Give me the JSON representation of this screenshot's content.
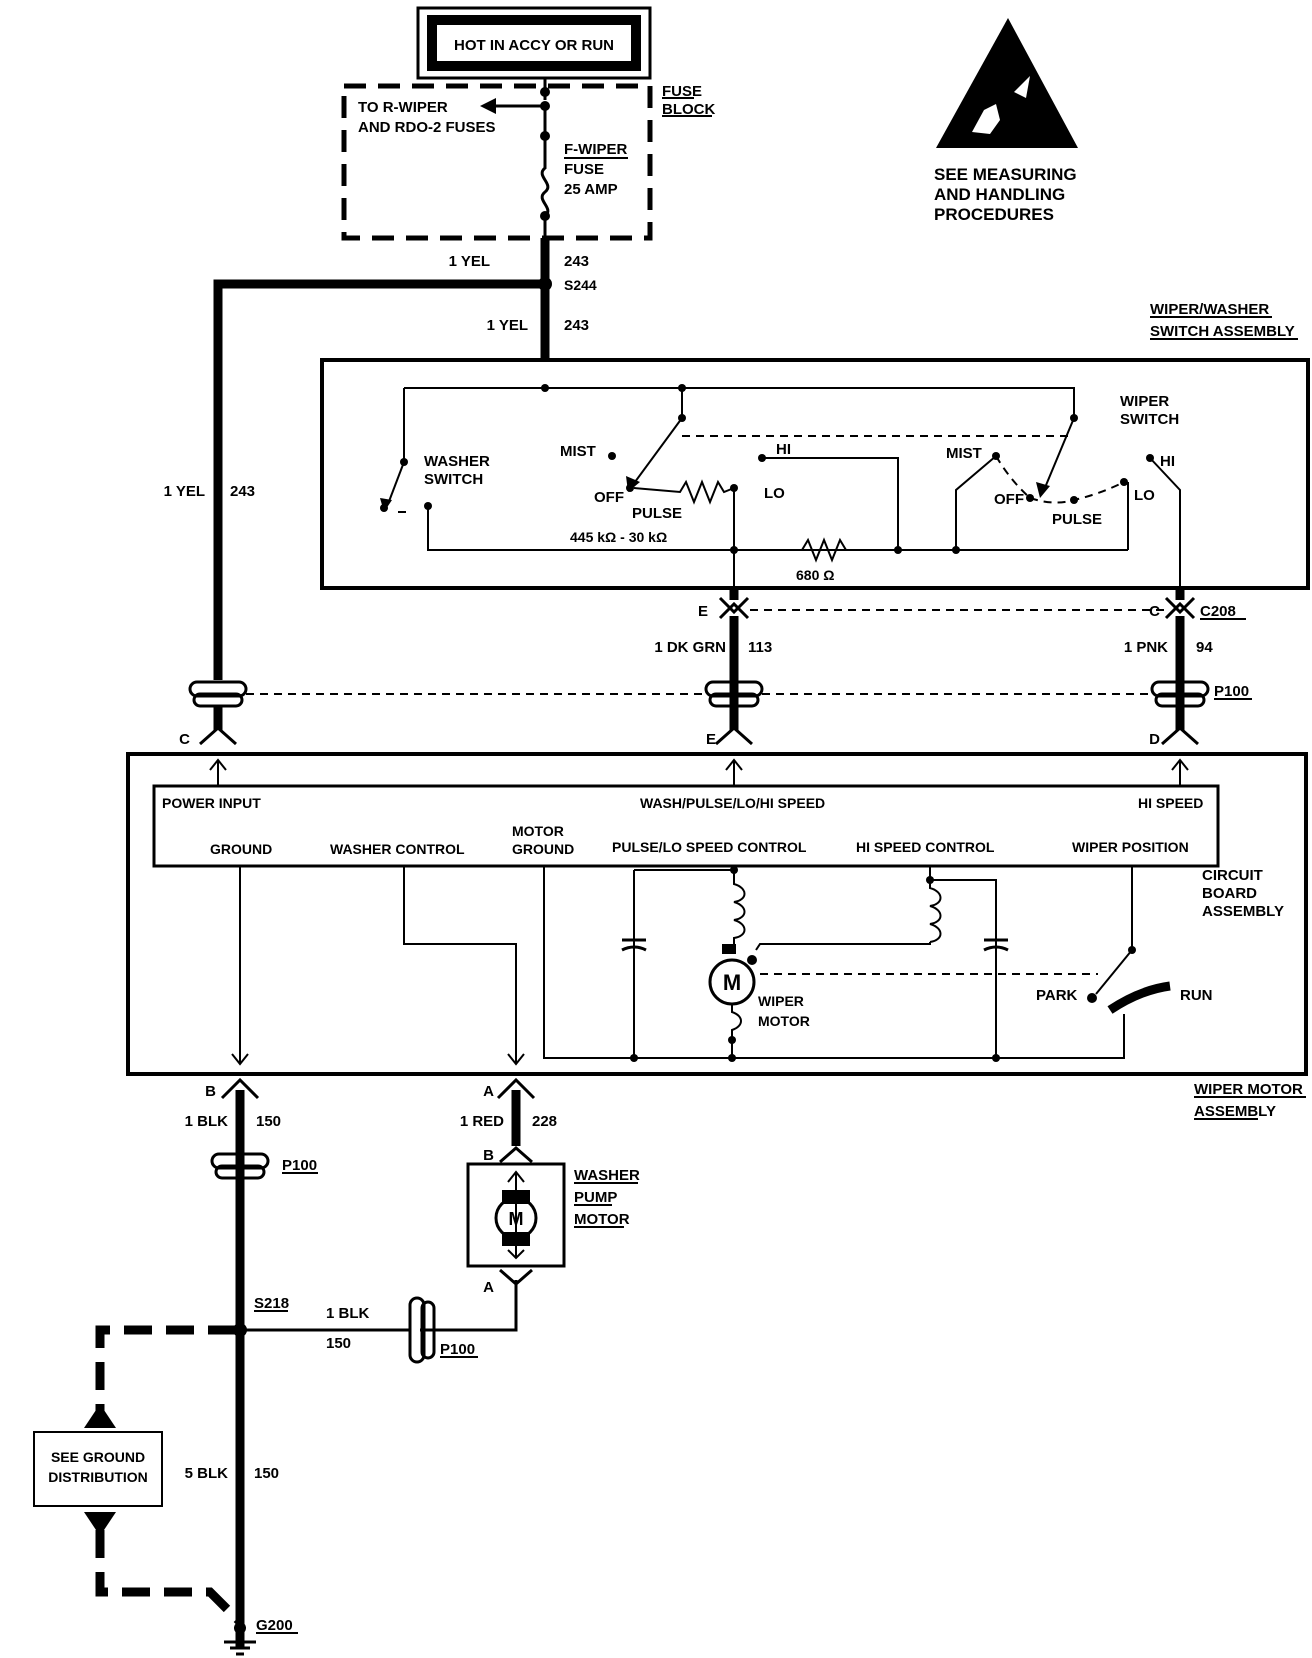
{
  "power": {
    "label": "HOT IN ACCY OR RUN"
  },
  "fuse_block": {
    "label_line1": "FUSE",
    "label_line2": "BLOCK",
    "feed_line1": "TO R-WIPER",
    "feed_line2": "AND RDO-2 FUSES",
    "fuse_line1": "F-WIPER",
    "fuse_line2": "FUSE",
    "fuse_line3": "25 AMP"
  },
  "esd": {
    "line1": "SEE MEASURING",
    "line2": "AND HANDLING",
    "line3": "PROCEDURES"
  },
  "wires": {
    "yel_upper": {
      "color": "1 YEL",
      "circuit": "243"
    },
    "splice_s244": "S244",
    "yel_lower": {
      "color": "1 YEL",
      "circuit": "243"
    },
    "yel_left": {
      "color": "1 YEL",
      "circuit": "243"
    },
    "dk_grn": {
      "color": "1 DK GRN",
      "circuit": "113"
    },
    "pnk": {
      "color": "1 PNK",
      "circuit": "94"
    },
    "blk_upper": {
      "color": "1 BLK",
      "circuit": "150"
    },
    "red": {
      "color": "1 RED",
      "circuit": "228"
    },
    "blk_pump": {
      "color": "1 BLK",
      "circuit": "150"
    },
    "blk_ground": {
      "color": "5 BLK",
      "circuit": "150"
    }
  },
  "switch_assembly": {
    "title_line1": "WIPER/WASHER",
    "title_line2": "SWITCH ASSEMBLY",
    "washer_switch_line1": "WASHER",
    "washer_switch_line2": "SWITCH",
    "wiper_switch_line1": "WIPER",
    "wiper_switch_line2": "SWITCH",
    "left": {
      "mist": "MIST",
      "off": "OFF",
      "pulse": "PULSE",
      "hi": "HI",
      "lo": "LO"
    },
    "right": {
      "mist": "MIST",
      "off": "OFF",
      "pulse": "PULSE",
      "hi": "HI",
      "lo": "LO"
    },
    "resistor_pulse": "445 kΩ - 30 kΩ",
    "resistor_680": "680 Ω"
  },
  "connectors": {
    "c208": "C208",
    "p100": "P100",
    "pin_e_top": "E",
    "pin_c_top": "C",
    "pin_c": "C",
    "pin_e": "E",
    "pin_d": "D",
    "pin_b": "B",
    "pin_a": "A",
    "pump_b": "B",
    "pump_a": "A"
  },
  "motor_assembly": {
    "title_line1": "WIPER MOTOR",
    "title_line2": "ASSEMBLY",
    "board_line1": "CIRCUIT",
    "board_line2": "BOARD",
    "board_line3": "ASSEMBLY",
    "power_input": "POWER INPUT",
    "wash_pulse": "WASH/PULSE/LO/HI SPEED",
    "hi_speed": "HI SPEED",
    "ground": "GROUND",
    "washer_control": "WASHER CONTROL",
    "motor_ground_line1": "MOTOR",
    "motor_ground_line2": "GROUND",
    "pulse_lo_control": "PULSE/LO SPEED CONTROL",
    "hi_speed_control": "HI SPEED CONTROL",
    "wiper_position": "WIPER POSITION",
    "motor_symbol": "M",
    "wiper_motor_line1": "WIPER",
    "wiper_motor_line2": "MOTOR",
    "park": "PARK",
    "run": "RUN"
  },
  "washer_pump": {
    "line1": "WASHER",
    "line2": "PUMP",
    "line3": "MOTOR",
    "symbol": "M"
  },
  "ground": {
    "splice": "S218",
    "dist_line1": "SEE GROUND",
    "dist_line2": "DISTRIBUTION",
    "point": "G200"
  }
}
